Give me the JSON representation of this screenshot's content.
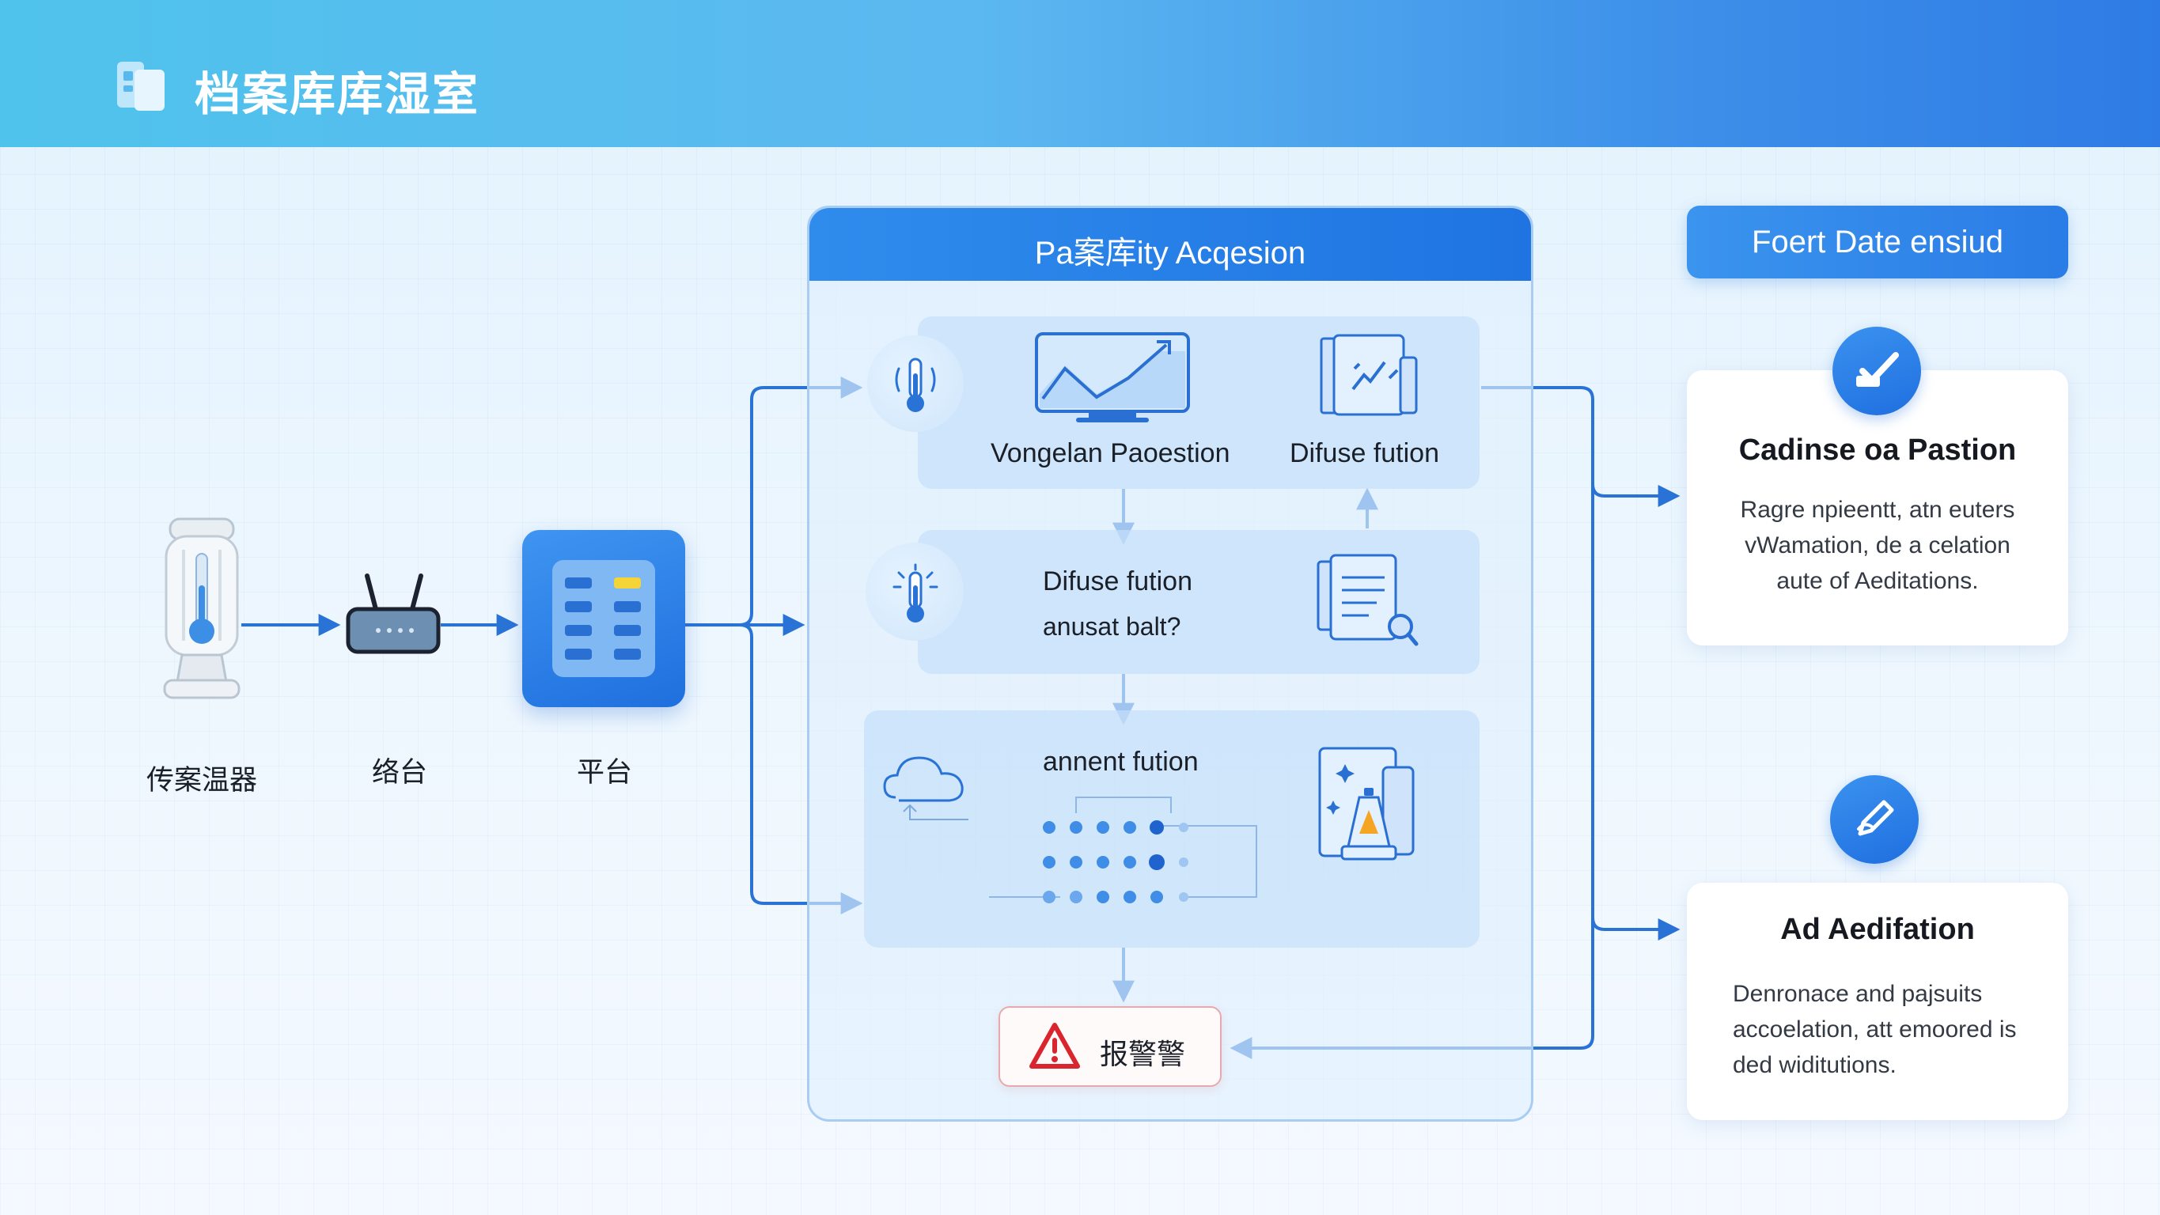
{
  "header": {
    "title": "档案库库湿室"
  },
  "flow_nodes": [
    {
      "label": "传案温器"
    },
    {
      "label": "络台"
    },
    {
      "label": "平台"
    }
  ],
  "process_panel": {
    "title": "Pa案库ity Acqesion",
    "stage1": {
      "item1_label": "Vongelan Paoestion",
      "item2_label": "Difuse fution"
    },
    "stage2": {
      "title": "Difuse fution",
      "subtitle": "anusat balt?"
    },
    "stage3": {
      "title": "annent fution"
    },
    "alarm": {
      "label": "报警警"
    }
  },
  "right_column": {
    "header": "Foert Date ensiud",
    "card1": {
      "title": "Cadinse oa Pastion",
      "body": [
        "Ragre npieentt, atn euters",
        "vWamation, de a celation",
        "aute of Aeditations."
      ]
    },
    "card2": {
      "title": "Ad Aedifation",
      "body": [
        "Denronace and pajsuits",
        "accoelation, att emoored is",
        "ded widitutions."
      ]
    }
  },
  "icons": {
    "app": "folder-grid-icon",
    "sensor": "humidity-sensor-device-icon",
    "router": "router-icon",
    "platform": "server-panel-icon",
    "thermometer": "thermometer-icon",
    "monitor": "line-chart-monitor-icon",
    "document_chart": "document-chart-icon",
    "document_search": "document-search-icon",
    "cloud": "cloud-icon",
    "alert_document": "document-alert-icon",
    "alarm": "warning-triangle-icon",
    "check": "check-badge-icon",
    "pen": "pen-badge-icon"
  },
  "colors": {
    "accent": "#2a7ce6",
    "alarm": "#d9262e",
    "header_start": "#4fc3ec",
    "header_end": "#2e7be5"
  }
}
